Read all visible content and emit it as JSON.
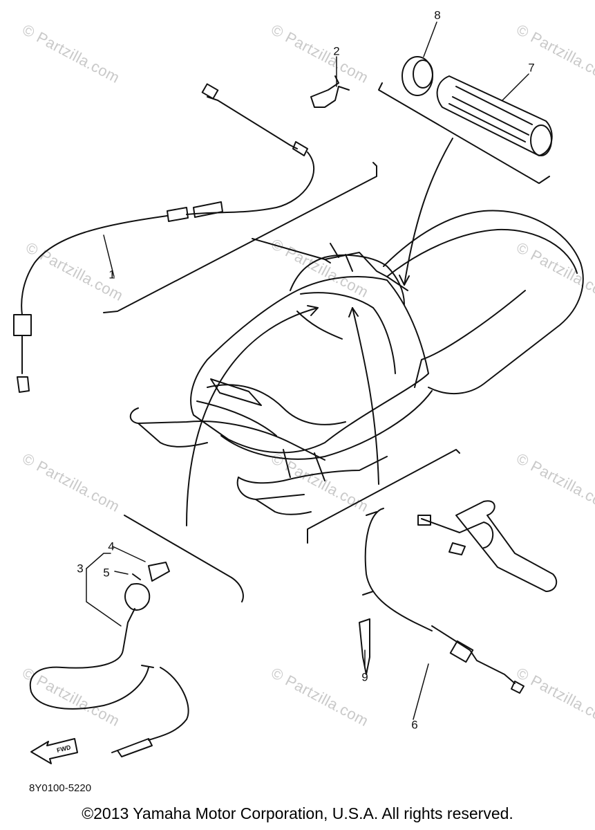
{
  "diagram": {
    "callouts": [
      "1",
      "2",
      "3",
      "4",
      "5",
      "6",
      "7",
      "8",
      "9"
    ],
    "fwd_label": "FWD",
    "part_code": "8Y0100-5220",
    "copyright": "©2013 Yamaha Motor Corporation, U.S.A. All rights reserved.",
    "watermark": "© Partzilla.com"
  }
}
